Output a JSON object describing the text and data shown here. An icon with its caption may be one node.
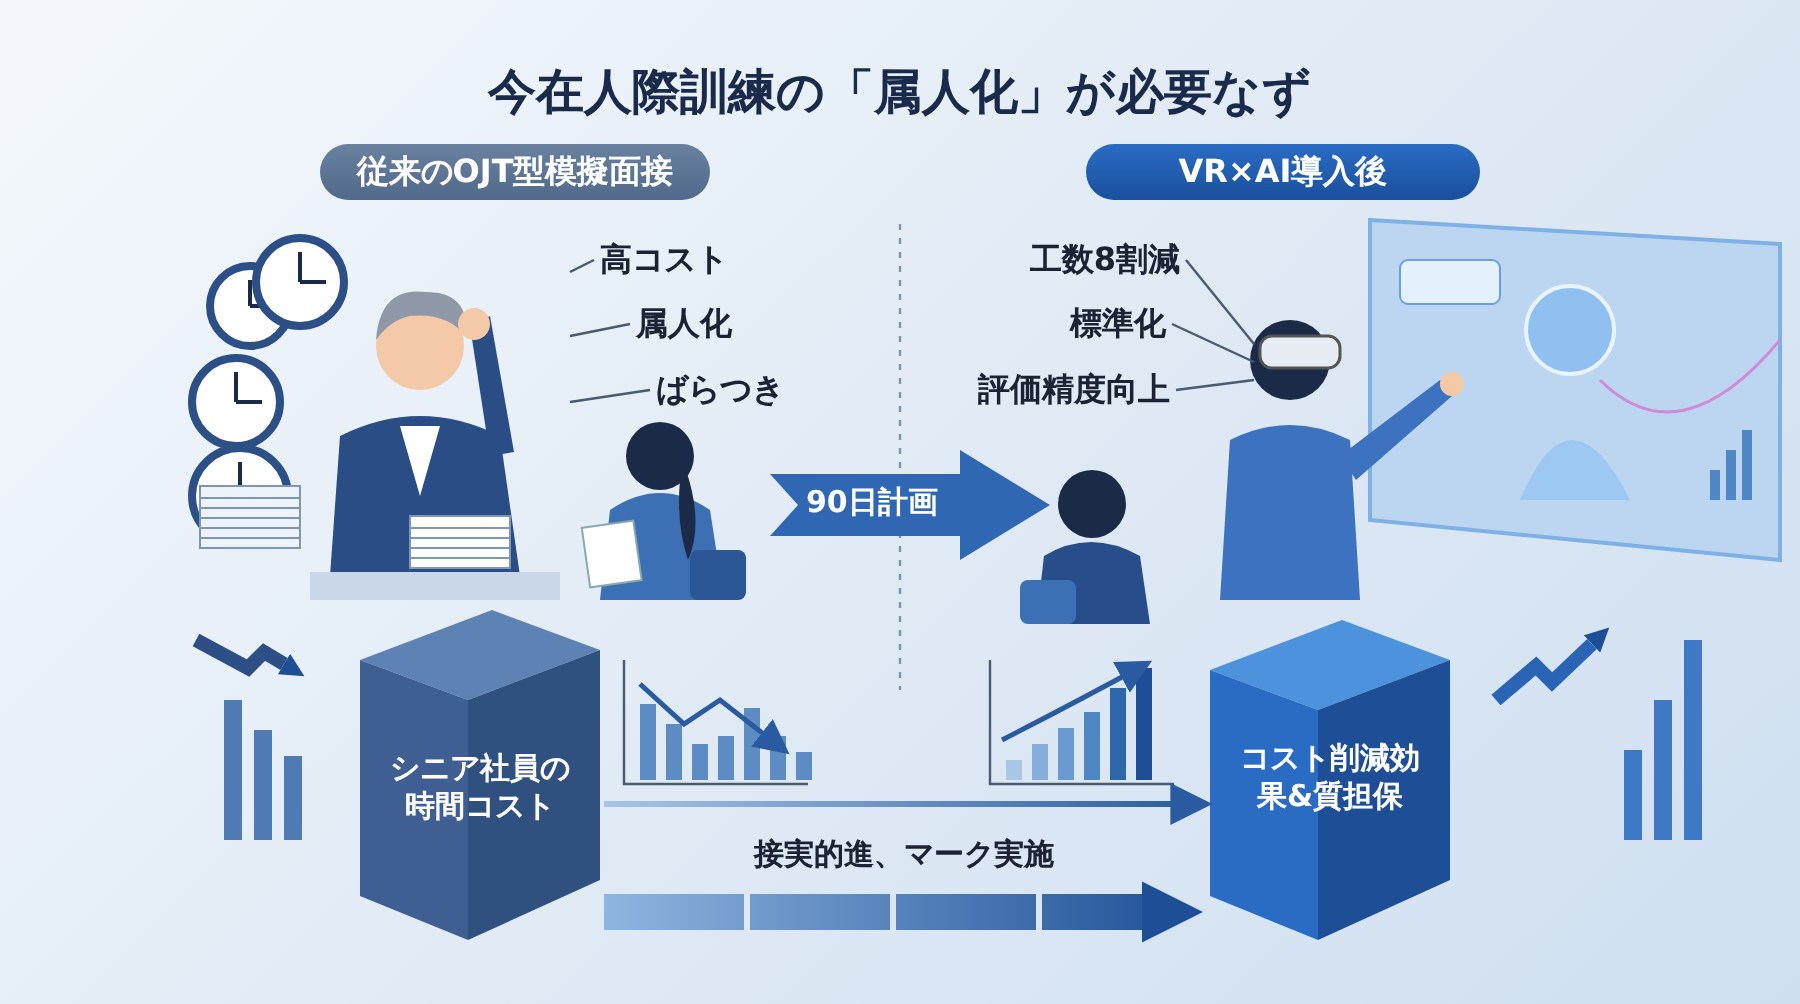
{
  "diagram": {
    "title": "今在人際訓練の「属人化」が必要なず",
    "nodes": [
      {
        "text": [
          "従来のOJT型模擬面接"
        ]
      },
      {
        "text": [
          "VR×AI導入後"
        ]
      },
      {
        "text": [],
        "shape": "picture"
      },
      {
        "text": [
          "高コスト"
        ]
      },
      {
        "text": [
          "属人化"
        ]
      },
      {
        "text": [
          "ばらつき"
        ]
      },
      {
        "text": [],
        "shape": "picture"
      },
      {
        "text": [
          "工数8割減"
        ]
      },
      {
        "text": [
          "標準化"
        ]
      },
      {
        "text": [
          "評価精度向上"
        ]
      },
      {
        "text": [
          "90日計画"
        ]
      },
      {
        "text": [
          "シニア社員の時間コスト"
        ]
      },
      {
        "text": [
          "コスト削減効果&質担保"
        ]
      }
    ],
    "edges": [
      {
        "from": 3,
        "to": 2,
        "arrow": "none"
      },
      {
        "from": 4,
        "to": 2,
        "arrow": "none"
      },
      {
        "from": 5,
        "to": 2,
        "arrow": "none"
      },
      {
        "from": 7,
        "to": 6,
        "arrow": "none"
      },
      {
        "from": 8,
        "to": 6,
        "arrow": "none"
      },
      {
        "from": 9,
        "to": 6,
        "arrow": "none"
      },
      {
        "from": 11,
        "to": 12,
        "arrow": "to"
      },
      {
        "from": 11,
        "to": 12,
        "arrow": "to",
        "label": "接実的進、マーク実施",
        "style": "thick"
      }
    ]
  }
}
